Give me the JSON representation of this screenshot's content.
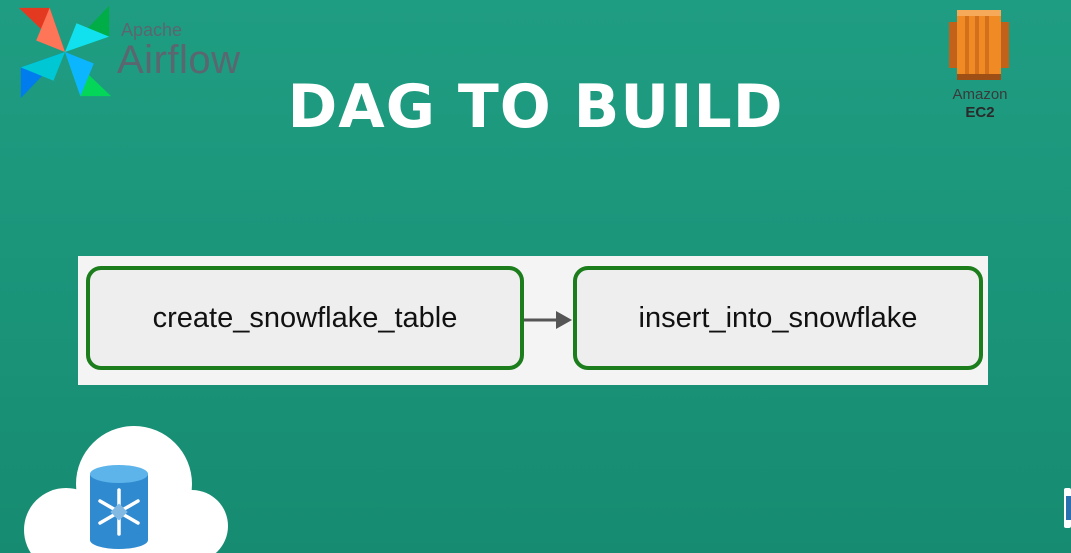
{
  "brand": {
    "apache": "Apache",
    "airflow": "Airflow"
  },
  "title": "DAG TO BUILD",
  "ec2": {
    "amazon": "Amazon",
    "product": "EC2"
  },
  "dag": {
    "tasks": [
      {
        "label": "create_snowflake_table"
      },
      {
        "label": "insert_into_snowflake"
      }
    ],
    "edge_color": "#555555",
    "task_border_color": "#1b7d1b"
  },
  "colors": {
    "background": "#1a9479",
    "title": "#ffffff",
    "aws_orange": "#f08a24"
  },
  "icons": {
    "airflow": "airflow-pinwheel-icon",
    "ec2": "aws-ec2-icon",
    "snowflake": "snowflake-cloud-database-icon"
  }
}
